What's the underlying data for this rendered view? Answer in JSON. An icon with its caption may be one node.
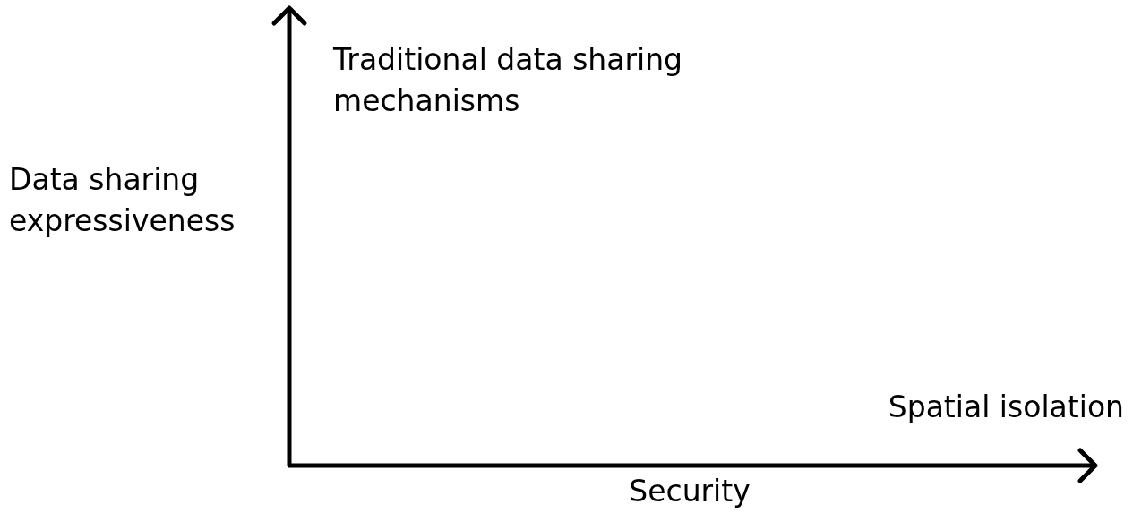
{
  "diagram": {
    "labels": [
      "Traditional data sharing mechanisms",
      "Data sharing expressiveness",
      "Spatial isolation",
      "Security"
    ]
  }
}
